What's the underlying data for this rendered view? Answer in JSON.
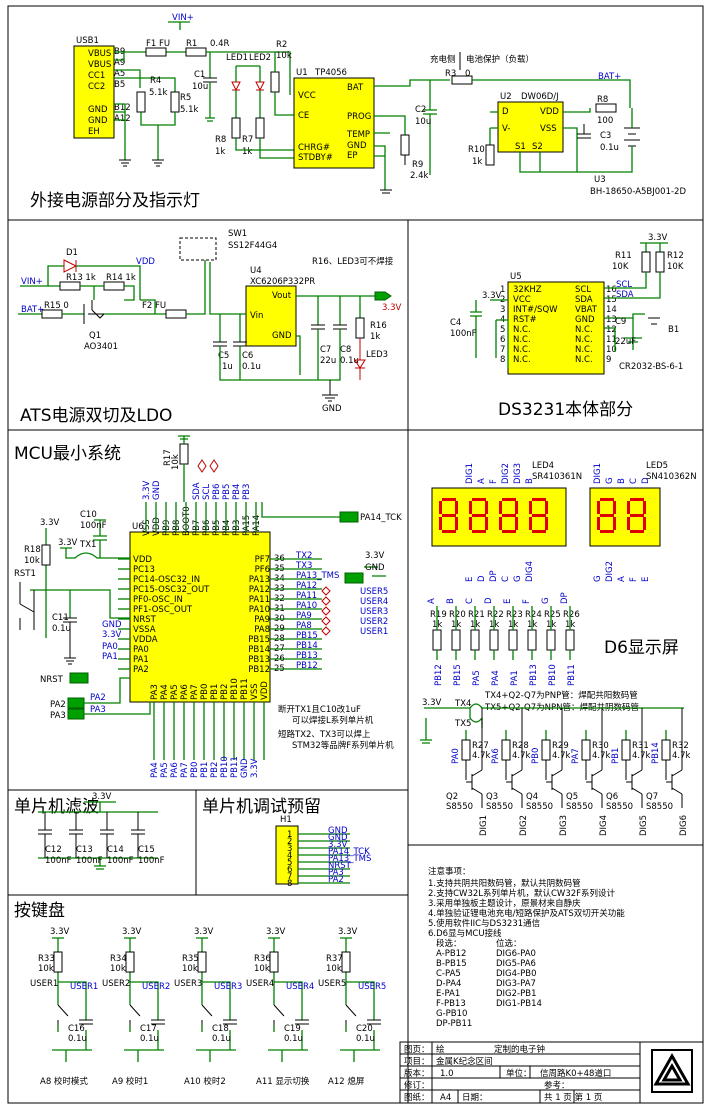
{
  "sections": {
    "power": "外接电源部分及指示灯",
    "ats": "ATS电源双切及LDO",
    "rtc": "DS3231本体部分",
    "mcu": "MCU最小系统",
    "display": "D6显示屏",
    "filter": "单片机滤波",
    "debug": "单片机调试预留",
    "keys": "按键盘"
  },
  "nets": {
    "vin": "VIN+",
    "bat": "BAT+",
    "vdd": "VDD",
    "v33": "3.3V",
    "gnd": "GND",
    "charge_side": "充电侧",
    "protect_side": "电池保护（负载）"
  },
  "parts": {
    "usb": "USB1",
    "usb_pins": [
      "VBUS",
      "VBUS",
      "CC1",
      "CC2",
      "GND",
      "GND",
      "EH"
    ],
    "usb_nums": [
      "B9",
      "A9",
      "A5",
      "B5",
      "B12",
      "A12",
      ""
    ],
    "f1": "F1  FU",
    "r1": "R1",
    "r1v": "0.4R",
    "r2": "R2",
    "r2v": "10k",
    "r4": "R4",
    "r4v": "5.1k",
    "r5": "R5",
    "r5v": "5.1k",
    "c1": "C1",
    "c1v": "10u",
    "led1": "LED1",
    "led2": "LED2",
    "r8": "R8",
    "r8v": "1k",
    "r7": "R7",
    "r7v": "1k",
    "u1": "U1",
    "u1n": "TP4056",
    "u1_left": [
      "VCC",
      "CE",
      "CHRG#",
      "STDBY#"
    ],
    "u1_right": [
      "BAT",
      "PROG",
      "TEMP",
      "GND",
      "EP"
    ],
    "r9": "R9",
    "r9v": "2.4k",
    "r3": "R3",
    "r3v": "0",
    "c2": "C2",
    "c2v": "10u",
    "u2": "U2",
    "u2n": "DW06D/J",
    "u2_pins": [
      "D",
      "V-",
      "S1",
      "S2",
      "VDD",
      "VSS"
    ],
    "r8b": "R8",
    "r8bv": "100",
    "r10": "R10",
    "r10v": "1k",
    "c3": "C3",
    "c3v": "0.1u",
    "u3": "U3",
    "u3n": "BH-18650-A5BJ001-2D",
    "d1": "D1",
    "r13": "R13  1k",
    "r14": "R14  1k",
    "r15": "R15  0",
    "f2": "F2  FU",
    "q1": "Q1",
    "q1n": "AO3401",
    "sw1": "SW1",
    "sw1n": "SS12F44G4",
    "u4": "U4",
    "u4n": "XC6206P332PR",
    "u4_pins": [
      "Vin",
      "Vout",
      "GND"
    ],
    "c5": "C5",
    "c5v": "1u",
    "c6": "C6",
    "c6v": "0.1u",
    "c7": "C7",
    "c7v": "22u",
    "c8": "C8",
    "c8v": "0.1u",
    "r16": "R16",
    "r16v": "1k",
    "led3": "LED3",
    "note_r16": "R16、LED3可不焊接",
    "u5": "U5",
    "u5_left": [
      "32KHZ",
      "VCC",
      "INT#/SQW",
      "RST#",
      "N.C.",
      "N.C.",
      "N.C.",
      "N.C."
    ],
    "u5_right": [
      "SCL",
      "SDA",
      "VBAT",
      "GND",
      "N.C.",
      "N.C.",
      "N.C.",
      "N.C."
    ],
    "u5_lnum": [
      "1",
      "2",
      "3",
      "4",
      "5",
      "6",
      "7",
      "8"
    ],
    "u5_rnum": [
      "16",
      "15",
      "14",
      "13",
      "12",
      "11",
      "10",
      "9"
    ],
    "r11": "R11",
    "r11v": "10K",
    "r12": "R12",
    "r12v": "10K",
    "c4": "C4",
    "c4v": "100nF",
    "c9": "C9",
    "c9v": "22uF",
    "b1": "B1",
    "b1n": "CR2032-BS-6-1",
    "scl": "SCL",
    "sda": "SDA",
    "u6": "U6",
    "r17": "R17",
    "r17v": "10k",
    "r18": "R18",
    "r18v": "10k",
    "c10": "C10",
    "c10v": "100nF",
    "c11": "C11",
    "c11v": "0.1u",
    "rst1": "RST1",
    "nrst": "NRST",
    "u6_left": [
      "VDD",
      "PC13",
      "PC14-OSC32_IN",
      "PC15-OSC32_OUT",
      "PF0-OSC_IN",
      "PF1-OSC_OUT",
      "NRST",
      "VSSA",
      "VDDA",
      "PA0",
      "PA1",
      "PA2"
    ],
    "u6_right": [
      "PF7",
      "PF6",
      "PA13",
      "PA12",
      "PA11",
      "PA10",
      "PA9",
      "PA8",
      "PB15",
      "PB14",
      "PB13",
      "PB12"
    ],
    "u6_top": [
      "VSS",
      "VDD",
      "PB9",
      "PB8",
      "BOOT0",
      "PB7",
      "PB6",
      "PB5",
      "PB4",
      "PB3",
      "PA15",
      "PA14"
    ],
    "u6_bottom": [
      "PA3",
      "PA4",
      "PA5",
      "PA6",
      "PA7",
      "PB0",
      "PB1",
      "PB2",
      "PB10",
      "PB11",
      "VSS",
      "VDD"
    ],
    "u6_rnum": [
      "36",
      "35",
      "34",
      "33",
      "32",
      "31",
      "30",
      "29",
      "28",
      "27",
      "26",
      "25"
    ],
    "top_nets": [
      "3.3V",
      "GND",
      "",
      "",
      "",
      "SDA",
      "SCL",
      "PB6",
      "PB5",
      "PB4",
      "PB3"
    ],
    "bottom_nets": [
      "PA4",
      "PA5",
      "PA6",
      "PA7",
      "PB0",
      "PB1",
      "PB2",
      "PB10",
      "PB11",
      "GND",
      "3.3V"
    ],
    "right_nets": [
      "TX2",
      "TX3",
      "PA13_TMS",
      "PA12",
      "PA11",
      "PA10",
      "PA9",
      "PA8",
      "PB15",
      "PB14",
      "PB13",
      "PB12"
    ],
    "right_users": [
      "USER5",
      "USER4",
      "USER3",
      "USER2",
      "USER1"
    ],
    "pa14tck": "PA14_TCK",
    "tx1": "TX1",
    "pa2": "PA2",
    "pa3": "PA3",
    "pa0pa1": [
      "PA0",
      "PA1"
    ],
    "mcu_note": [
      "断开TX1且C10改1uF",
      "可以焊接L系列单片机",
      "短路TX2、TX3可以焊上",
      "STM32等品牌F系列单片机"
    ],
    "led4": "LED4",
    "led4n": "SR410361N",
    "led5": "LED5",
    "led5n": "SN410362N",
    "led4_top": [
      "DIG1",
      "A",
      "F",
      "DIG2",
      "DIG3",
      "B"
    ],
    "led4_bot": [
      "E",
      "D",
      "DP",
      "C",
      "G",
      "DIG4"
    ],
    "led5_top": [
      "DIG1",
      "G",
      "B",
      "C",
      "D"
    ],
    "led5_bot": [
      "G",
      "DIG2",
      "A",
      "F",
      "E"
    ],
    "seg_res": [
      "R19",
      "R20",
      "R21",
      "R22",
      "R23",
      "R24",
      "R25",
      "R26"
    ],
    "seg_letters": [
      "A",
      "B",
      "C",
      "D",
      "E",
      "F",
      "G",
      "DP"
    ],
    "seg_pins": [
      "PB12",
      "PB15",
      "PA5",
      "PA4",
      "PA1",
      "PB13",
      "PB10",
      "PB11"
    ],
    "seg_val": "1k",
    "tx_note": [
      "TX4+Q2-Q7为PNP管：焊配共阳数码管",
      "TX5+Q2-Q7为NPN管：焊配共阴数码管"
    ],
    "tx4": "TX4",
    "tx5": "TX5",
    "q_res": [
      "R27",
      "R28",
      "R29",
      "R30",
      "R31",
      "R32"
    ],
    "q_res_val": "4.7k",
    "q_base": [
      "PA0",
      "PA6",
      "PB0",
      "PA7",
      "PB1",
      "PB14"
    ],
    "q": [
      "Q2",
      "Q3",
      "Q4",
      "Q5",
      "Q6",
      "Q7"
    ],
    "q_type": "S8550",
    "q_dig": [
      "DIG1",
      "DIG2",
      "DIG3",
      "DIG4",
      "DIG5",
      "DIG6"
    ],
    "c_filter": [
      "C12",
      "C13",
      "C14",
      "C15"
    ],
    "c_filter_v": "100nF",
    "h1": "H1",
    "h1_pins": [
      "GND",
      "GND",
      "3.3V",
      "PA14_TCK",
      "PA13_TMS",
      "NRST",
      "PA3",
      "PA2"
    ],
    "key_r": [
      "R33",
      "R34",
      "R35",
      "R36",
      "R37"
    ],
    "key_rv": "10k",
    "key_user": [
      "USER1",
      "USER2",
      "USER3",
      "USER4",
      "USER5"
    ],
    "key_c": [
      "C16",
      "C17",
      "C18",
      "C19",
      "C20"
    ],
    "key_cv": "0.1u",
    "key_labels": [
      "A8 校时模式",
      "A9 校时1",
      "A10 校时2",
      "A11 显示切换",
      "A12 熄屏"
    ]
  },
  "notes": {
    "title": "注意事项：",
    "lines": [
      "1.支持共阴共阳数码管，默认共阴数码管",
      "2.支持CW32L系列单片机，默认CW32F系列设计",
      "3.采用单独板主题设计，原景材来自静庆",
      "4.单独验证锂电池充电/短路保护及ATS双切开关功能",
      "5.使用软件IIC与DS3231通信",
      "6.D6显与MCU接线"
    ],
    "map_head": [
      "段选：",
      "位选："
    ],
    "map": [
      [
        "A-PB12",
        "DIG6-PA0"
      ],
      [
        "B-PB15",
        "DIG5-PA6"
      ],
      [
        "C-PA5",
        "DIG4-PB0"
      ],
      [
        "D-PA4",
        "DIG3-PA7"
      ],
      [
        "E-PA1",
        "DIG2-PB1"
      ],
      [
        "F-PB13",
        "DIG1-PB14"
      ],
      [
        "G-PB10",
        ""
      ],
      [
        "DP-PB11",
        ""
      ]
    ]
  },
  "titleblock": {
    "row1": [
      "图页：",
      "绘",
      "定制的电子钟"
    ],
    "row2": [
      "项目：",
      "金属K纪念区间"
    ],
    "row3": [
      "版本：",
      "1.0",
      "单位：",
      "信周路K0+48道口"
    ],
    "row4": [
      "修订："
    ],
    "row5": [
      "图纸：",
      "A4",
      "日期：",
      "参考："
    ],
    "page": "共  1  页    第  1  页"
  }
}
